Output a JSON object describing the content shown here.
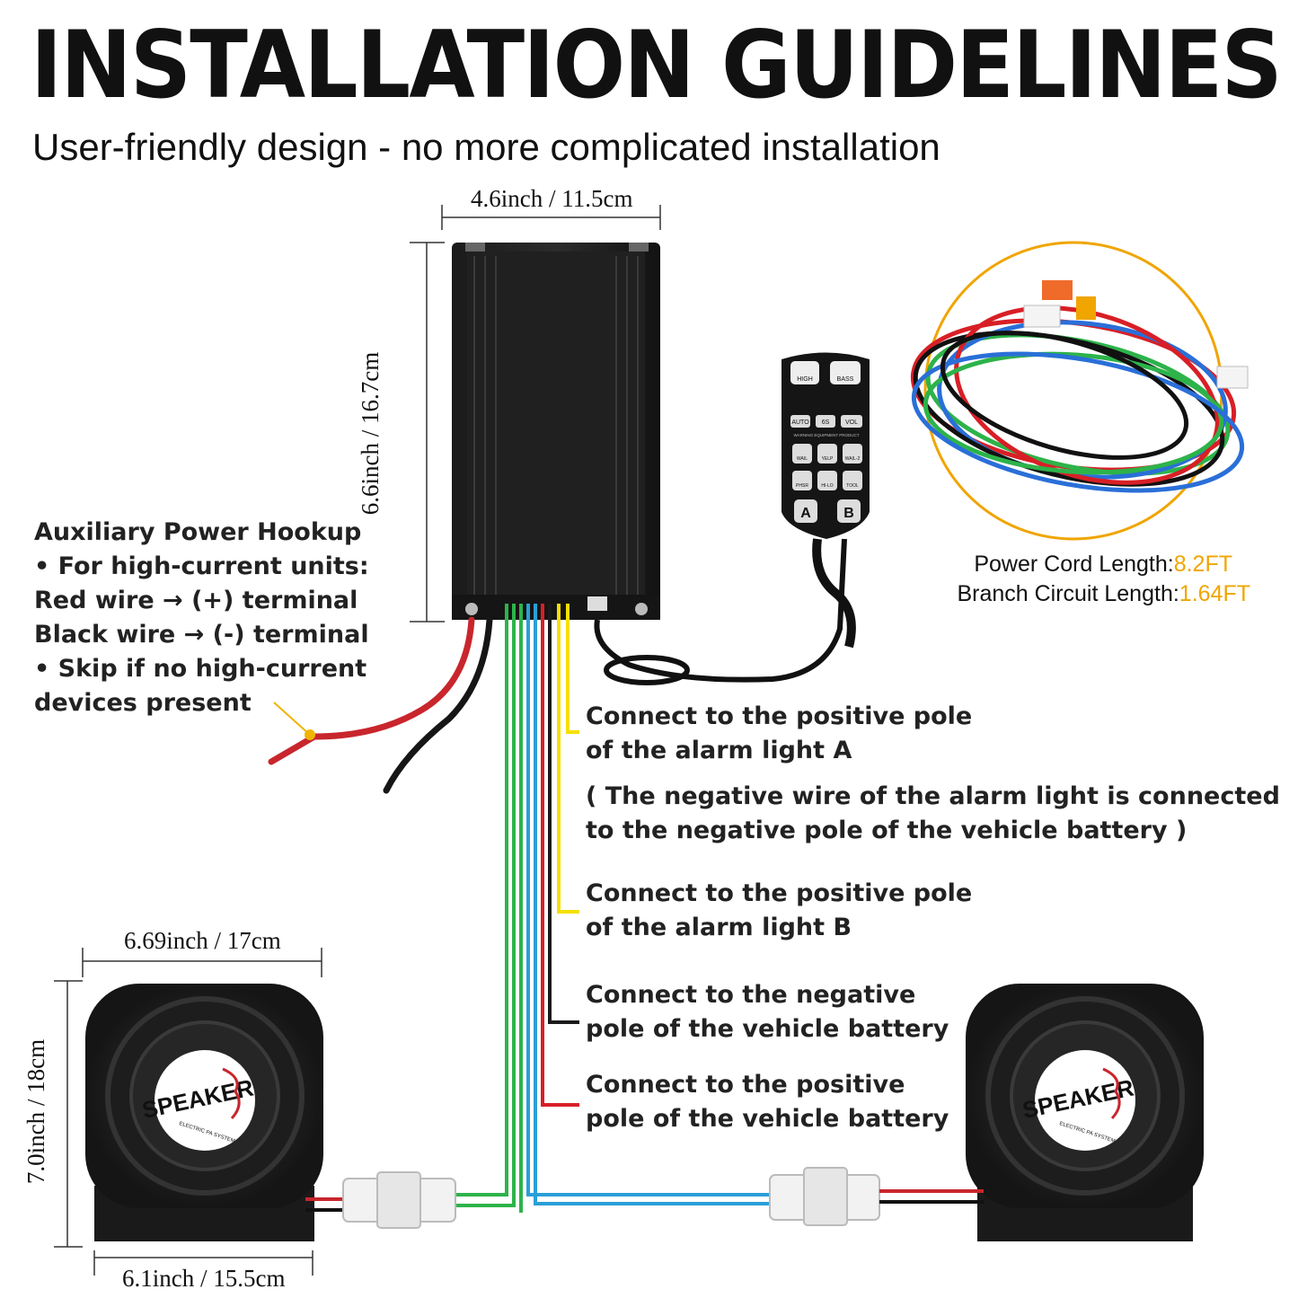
{
  "title": "INSTALLATION GUIDELINES",
  "subtitle": "User-friendly design - no more complicated installation",
  "dimensions": {
    "box_width": "4.6inch / 11.5cm",
    "box_height": "6.6inch / 16.7cm",
    "speaker_width": "6.69inch / 17cm",
    "speaker_height": "7.0inch / 18cm",
    "speaker_base": "6.1inch / 15.5cm"
  },
  "auxiliary": {
    "heading": "Auxiliary Power Hookup",
    "line1": "• For high-current units:",
    "line2": "Red wire → (+) terminal",
    "line3": "Black wire → (-) terminal",
    "line4": "• Skip if no high-current",
    "line5": "devices present"
  },
  "cords": {
    "power_label": "Power Cord Length:",
    "power_value": "8.2FT",
    "branch_label": "Branch Circuit Length:",
    "branch_value": "1.64FT",
    "accent_color": "#f0a500"
  },
  "notes": {
    "light_a_1": "Connect to the positive pole",
    "light_a_2": "of the alarm light A",
    "negative_note_1": "( The negative wire of the alarm light is connected",
    "negative_note_2": "to the negative pole of the vehicle battery )",
    "light_b_1": "Connect to the positive pole",
    "light_b_2": "of the alarm light B",
    "battery_neg_1": "Connect to the negative",
    "battery_neg_2": "pole of the vehicle battery",
    "battery_pos_1": "Connect to the positive",
    "battery_pos_2": "pole of the vehicle battery"
  },
  "controller_labels": {
    "high": "HIGH",
    "bass": "BASS",
    "auto": "AUTO",
    "six_s": "6S",
    "vol": "VOL",
    "product": "WARNING EQUIPMENT PRODUCT",
    "wail": "WAIL",
    "yelp": "YELP",
    "wail2": "WAIL-2",
    "phsr": "PHSR",
    "hilo": "HI-LO",
    "tool": "TOOL",
    "a": "A",
    "b": "B"
  },
  "speaker_badge": {
    "brand": "SPEAKER",
    "tagline": "ELECTRIC PA SYSTEM"
  },
  "wire_colors": {
    "yellow": "#f5e000",
    "green": "#2db34a",
    "blue": "#2a9fd8",
    "red": "#d81f26",
    "black": "#1a1a1a"
  }
}
